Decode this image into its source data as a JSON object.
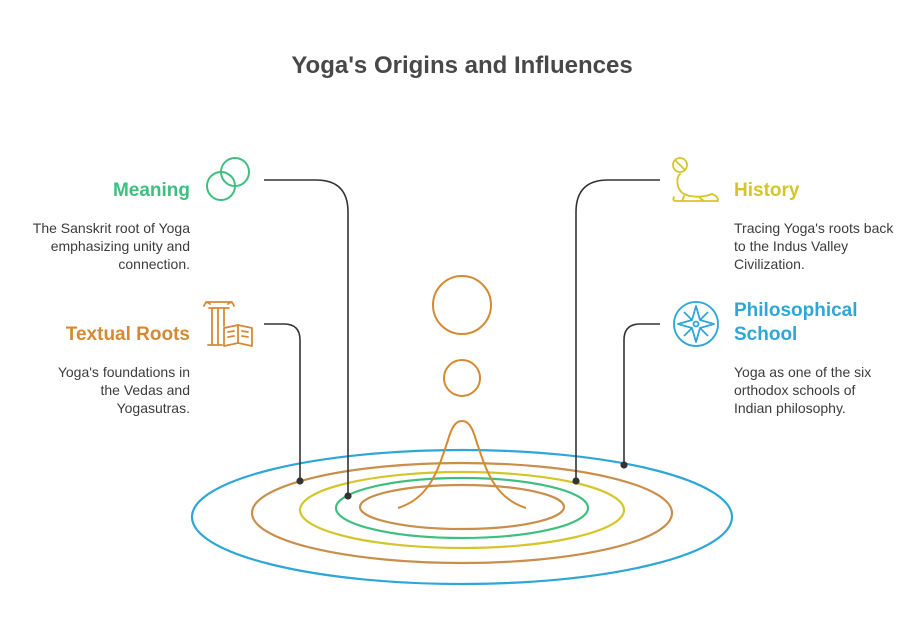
{
  "title": "Yoga's Origins and Influences",
  "colors": {
    "meaning": "#3fbf7f",
    "textual": "#d38a34",
    "history": "#d6c52a",
    "philosophical": "#2ea6d8",
    "connector": "#333333",
    "figure": "#d38a34"
  },
  "items": {
    "meaning": {
      "heading": "Meaning",
      "description": "The Sanskrit root of Yoga emphasizing unity and connection.",
      "icon": "interlocking-circles-icon"
    },
    "textual_roots": {
      "heading": "Textual Roots",
      "description": "Yoga's foundations in the Vedas and Yogasutras.",
      "icon": "pillar-book-icon"
    },
    "history": {
      "heading": "History",
      "description": "Tracing Yoga's roots back to the Indus Valley Civilization.",
      "icon": "seal-ball-icon"
    },
    "philosophical_school": {
      "heading": "Philosophical School",
      "description": "Yoga as one of the six orthodox schools of Indian philosophy.",
      "icon": "compass-star-icon"
    }
  }
}
